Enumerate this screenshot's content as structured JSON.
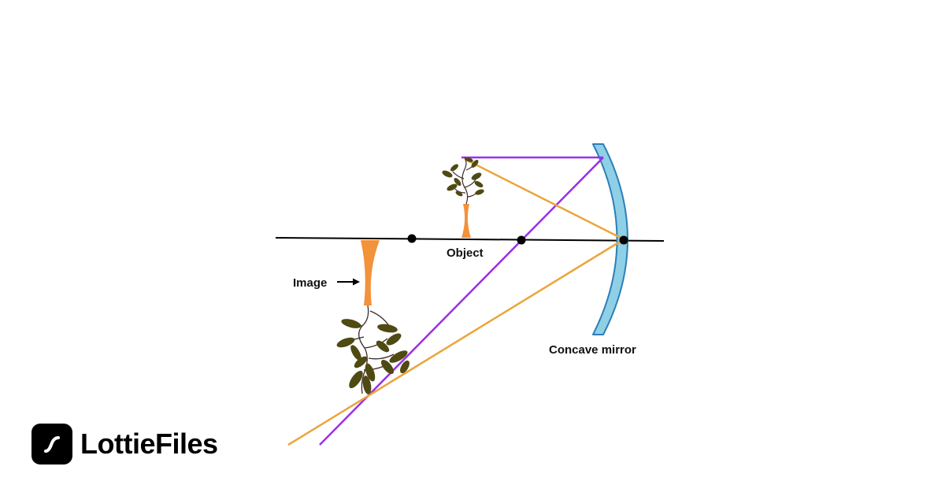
{
  "diagram": {
    "labels": {
      "object": "Object",
      "image": "Image",
      "mirror": "Concave mirror"
    },
    "colors": {
      "axis": "#000000",
      "ray_purple": "#9b30e8",
      "ray_orange": "#eaa53a",
      "mirror_fill": "#8fd0e6",
      "mirror_stroke": "#2d7fb8",
      "vase": "#f2923a",
      "leaves": "#4f4a12"
    }
  },
  "brand": {
    "name": "LottieFiles",
    "icon": "lottiefiles-logo-icon"
  }
}
